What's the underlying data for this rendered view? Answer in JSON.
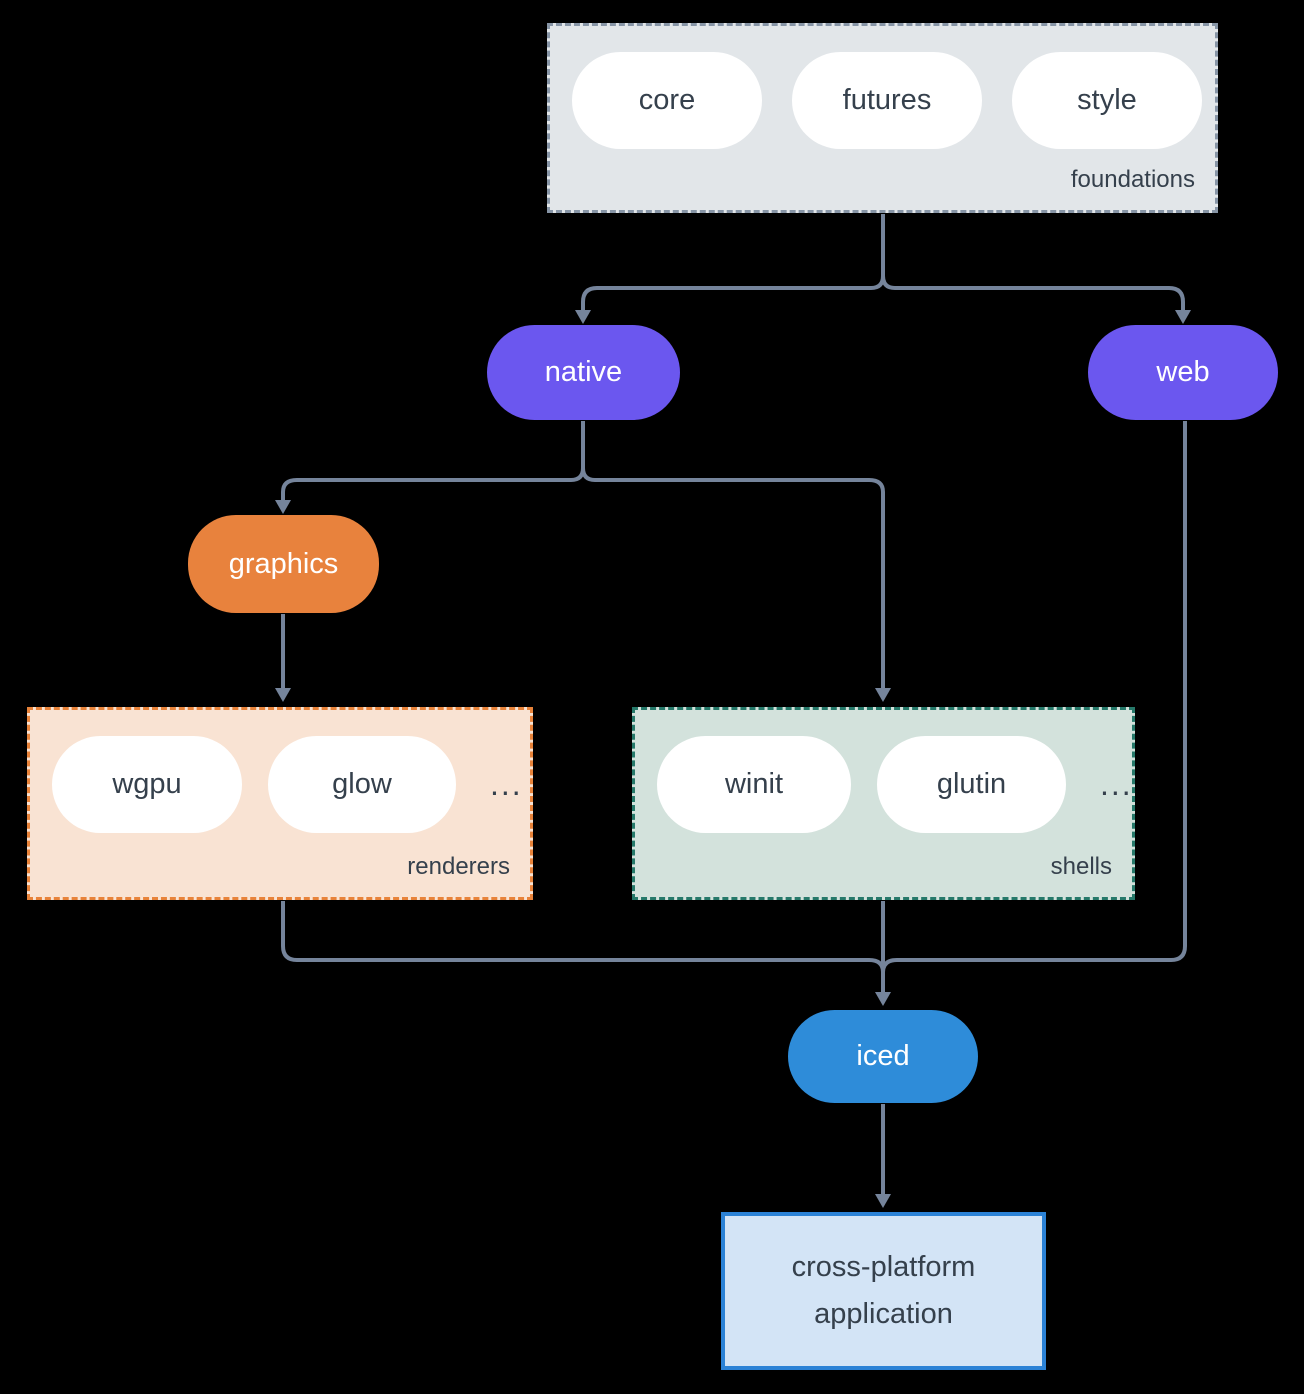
{
  "diagram": {
    "foundations": {
      "label": "foundations",
      "pills": [
        "core",
        "futures",
        "style"
      ]
    },
    "native": {
      "label": "native"
    },
    "web": {
      "label": "web"
    },
    "graphics": {
      "label": "graphics"
    },
    "renderers": {
      "label": "renderers",
      "pills": [
        "wgpu",
        "glow"
      ],
      "more": "..."
    },
    "shells": {
      "label": "shells",
      "pills": [
        "winit",
        "glutin"
      ],
      "more": "..."
    },
    "iced": {
      "label": "iced"
    },
    "application": {
      "line1": "cross-platform",
      "line2": "application"
    }
  },
  "colors": {
    "background": "#000000",
    "arrow": "#75849b",
    "node_purple": "#6b57ef",
    "node_orange": "#e8823d",
    "node_blue": "#2e8cd9",
    "pill_white": "#ffffff",
    "text_dark": "#35404c",
    "foundations_fill": "#e2e6e9",
    "foundations_border": "#8795a6",
    "renderers_fill": "#f9e3d3",
    "renderers_border": "#e8833a",
    "shells_fill": "#d3e2dc",
    "shells_border": "#26796a",
    "application_fill": "#d3e4f6",
    "application_border": "#2b82d6"
  }
}
